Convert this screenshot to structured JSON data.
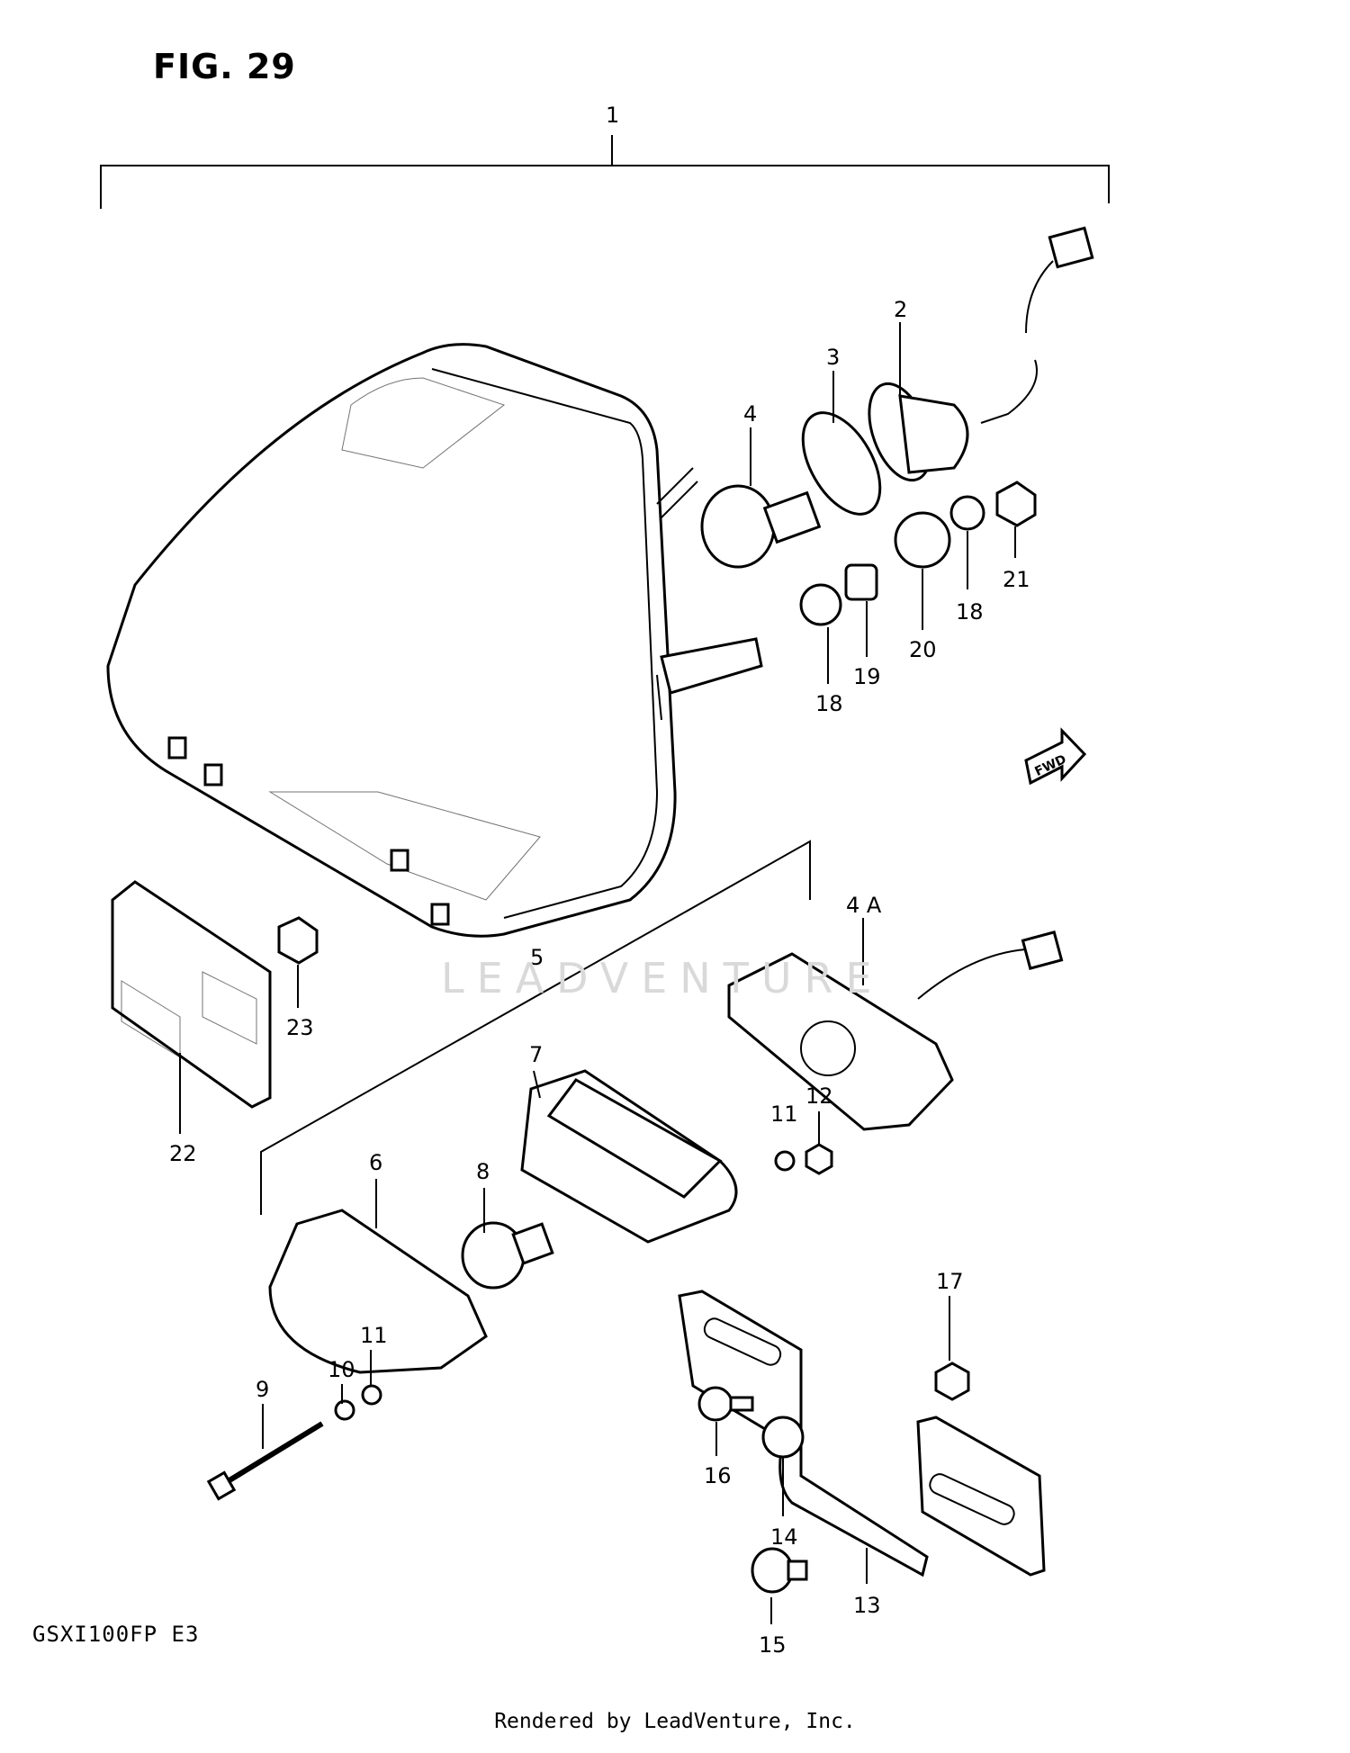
{
  "figure": {
    "title": "FIG. 29",
    "model": "GSXI100FP E3",
    "footer": "Rendered by LeadVenture, Inc.",
    "watermark": "LEADVENTURE",
    "fwd_label": "FWD"
  },
  "callouts": [
    {
      "id": "c1",
      "label": "1"
    },
    {
      "id": "c2",
      "label": "2"
    },
    {
      "id": "c3",
      "label": "3"
    },
    {
      "id": "c4",
      "label": "4"
    },
    {
      "id": "c4a",
      "label": "4 A"
    },
    {
      "id": "c5",
      "label": "5"
    },
    {
      "id": "c6",
      "label": "6"
    },
    {
      "id": "c7",
      "label": "7"
    },
    {
      "id": "c8",
      "label": "8"
    },
    {
      "id": "c9",
      "label": "9"
    },
    {
      "id": "c10",
      "label": "10"
    },
    {
      "id": "c11a",
      "label": "11"
    },
    {
      "id": "c11b",
      "label": "11"
    },
    {
      "id": "c12",
      "label": "12"
    },
    {
      "id": "c13",
      "label": "13"
    },
    {
      "id": "c14",
      "label": "14"
    },
    {
      "id": "c15",
      "label": "15"
    },
    {
      "id": "c16",
      "label": "16"
    },
    {
      "id": "c17",
      "label": "17"
    },
    {
      "id": "c18a",
      "label": "18"
    },
    {
      "id": "c18b",
      "label": "18"
    },
    {
      "id": "c19",
      "label": "19"
    },
    {
      "id": "c20",
      "label": "20"
    },
    {
      "id": "c21",
      "label": "21"
    },
    {
      "id": "c22",
      "label": "22"
    },
    {
      "id": "c23",
      "label": "23"
    }
  ]
}
